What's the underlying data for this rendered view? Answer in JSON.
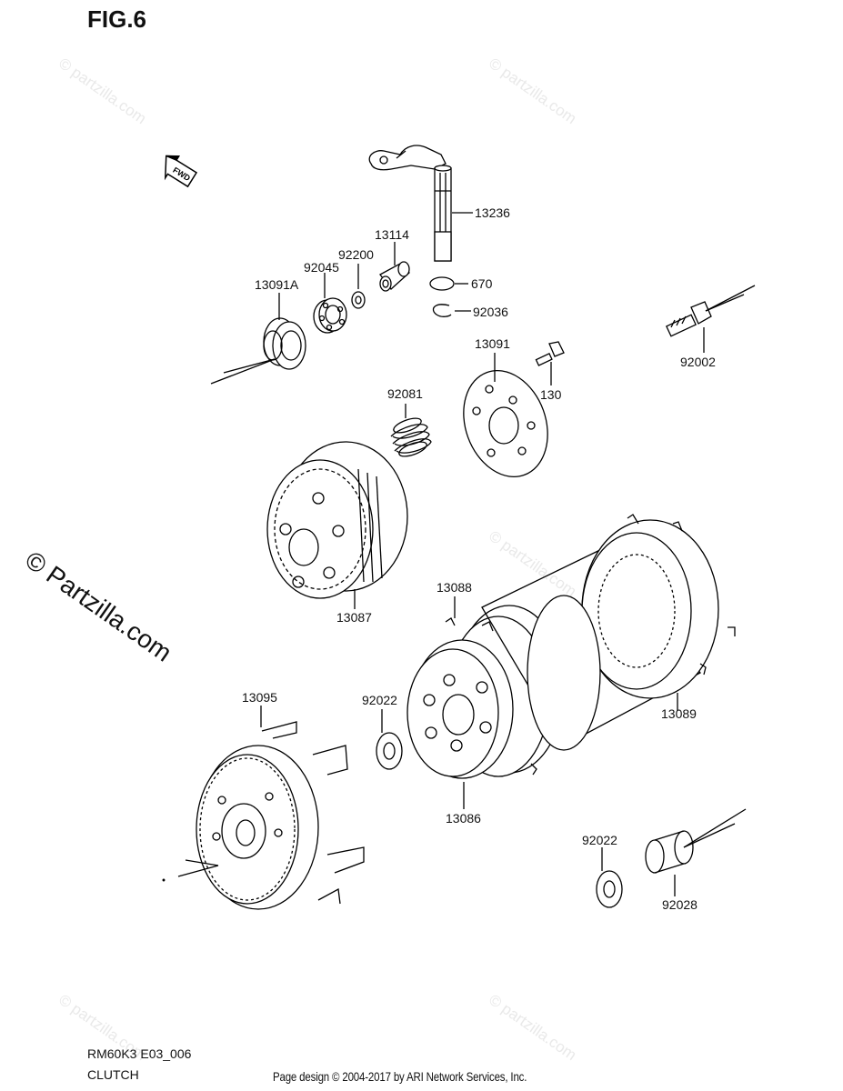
{
  "figure": {
    "title": "FIG.6",
    "code": "RM60K3 E03_006",
    "name": "CLUTCH"
  },
  "fwd_badge": "FWD",
  "watermarks": {
    "main": "© Partzilla.com",
    "faint": "© partzilla.com"
  },
  "page_credit": "Page design © 2004-2017 by ARI Network Services, Inc.",
  "parts": [
    {
      "id": "p13236",
      "number": "13236"
    },
    {
      "id": "p13114",
      "number": "13114"
    },
    {
      "id": "p92200",
      "number": "92200"
    },
    {
      "id": "p92045",
      "number": "92045"
    },
    {
      "id": "p13091A",
      "number": "13091A"
    },
    {
      "id": "p670",
      "number": "670"
    },
    {
      "id": "p92036",
      "number": "92036"
    },
    {
      "id": "p92002",
      "number": "92002"
    },
    {
      "id": "p13091",
      "number": "13091"
    },
    {
      "id": "p130",
      "number": "130"
    },
    {
      "id": "p92081",
      "number": "92081"
    },
    {
      "id": "p13087",
      "number": "13087"
    },
    {
      "id": "p13088",
      "number": "13088"
    },
    {
      "id": "p13095",
      "number": "13095"
    },
    {
      "id": "p92022a",
      "number": "92022"
    },
    {
      "id": "p13089",
      "number": "13089"
    },
    {
      "id": "p13086",
      "number": "13086"
    },
    {
      "id": "p92022b",
      "number": "92022"
    },
    {
      "id": "p92028",
      "number": "92028"
    }
  ]
}
